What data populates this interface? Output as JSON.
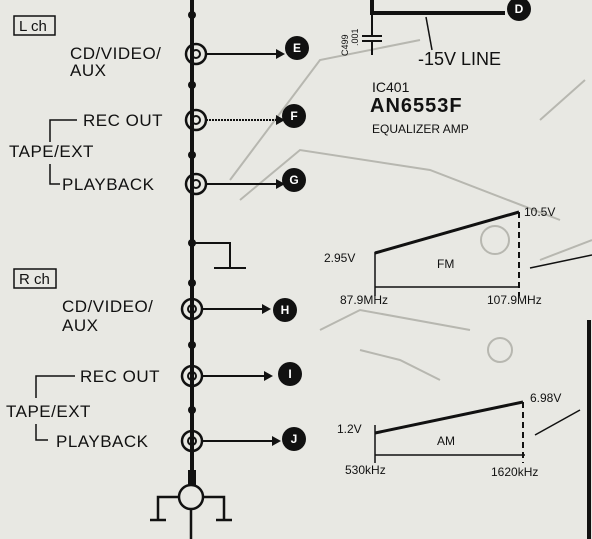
{
  "left_channel": {
    "label": "L ch",
    "inputs": [
      {
        "line1": "CD/VIDEO/",
        "line2": "AUX",
        "terminal": "E"
      }
    ],
    "tape_group": "TAPE/EXT",
    "rec_out": {
      "label": "REC OUT",
      "terminal": "F"
    },
    "playback": {
      "label": "PLAYBACK",
      "terminal": "G"
    }
  },
  "right_channel": {
    "label": "R ch",
    "inputs": [
      {
        "line1": "CD/VIDEO/",
        "line2": "AUX",
        "terminal": "H"
      }
    ],
    "tape_group": "TAPE/EXT",
    "rec_out": {
      "label": "REC OUT",
      "terminal": "I"
    },
    "playback": {
      "label": "PLAYBACK",
      "terminal": "J"
    }
  },
  "top_terminal": "D",
  "supply_line": "-15V LINE",
  "capacitor": {
    "ref": "C499",
    "value": ".001"
  },
  "ic": {
    "ref": "IC401",
    "part": "AN6553F",
    "function": "EQUALIZER AMP"
  },
  "fm_graph": {
    "band": "FM",
    "v_start": "2.95V",
    "v_end": "10.5V",
    "f_start": "87.9MHz",
    "f_end": "107.9MHz"
  },
  "am_graph": {
    "band": "AM",
    "v_start": "1.2V",
    "v_end": "6.98V",
    "f_start": "530kHz",
    "f_end": "1620kHz"
  },
  "colors": {
    "ink": "#111111",
    "paper": "#e8e8e3",
    "faint": "#b7b7b0"
  }
}
